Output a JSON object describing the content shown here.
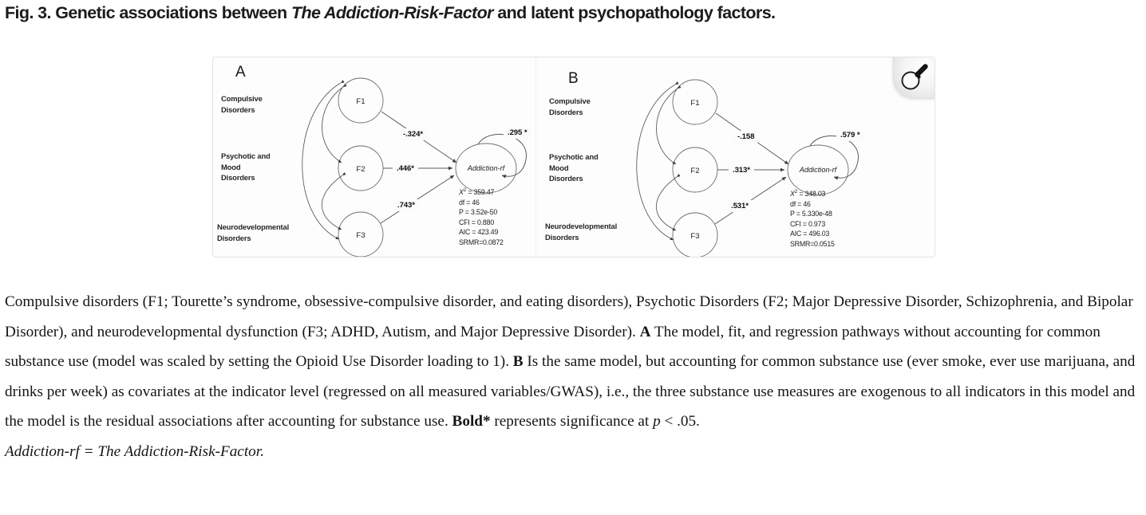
{
  "figure": {
    "title_prefix": "Fig. 3. Genetic associations between ",
    "title_italic": "The Addiction-Risk-Factor",
    "title_suffix": " and latent psychopathology factors."
  },
  "badge": {
    "icon": "magnifier-icon"
  },
  "panel_a": {
    "letter": "A",
    "labels": {
      "f1_label_line1": "Compulsive",
      "f1_label_line2": "Disorders",
      "f2_label_line1": "Psychotic and",
      "f2_label_line2": "Mood",
      "f2_label_line3": "Disorders",
      "f3_label_line1": "Neurodevelopmental",
      "f3_label_line2": "Disorders"
    },
    "nodes": {
      "f1": "F1",
      "f2": "F2",
      "f3": "F3",
      "outcome": "Addiction-rf"
    },
    "coefficients": {
      "f1_to_outcome": "-.324*",
      "f2_to_outcome": ".446*",
      "f3_to_outcome": ".743*",
      "outcome_variance": ".295 *"
    },
    "stats": {
      "chisq_label": "X",
      "chisq_sup": "2",
      "chisq_value": " = 359.47",
      "df": "df = 46",
      "p": "P = 3.52e-50",
      "cfi": "CFI = 0.880",
      "aic": "AIC = 423.49",
      "srmr": "SRMR=0.0872"
    }
  },
  "panel_b": {
    "letter": "B",
    "labels": {
      "f1_label_line1": "Compulsive",
      "f1_label_line2": "Disorders",
      "f2_label_line1": "Psychotic and",
      "f2_label_line2": "Mood",
      "f2_label_line3": "Disorders",
      "f3_label_line1": "Neurodevelopmental",
      "f3_label_line2": "Disorders"
    },
    "nodes": {
      "f1": "F1",
      "f2": "F2",
      "f3": "F3",
      "outcome": "Addiction-rf"
    },
    "coefficients": {
      "f1_to_outcome": "-.158",
      "f2_to_outcome": ".313*",
      "f3_to_outcome": ".531*",
      "outcome_variance": ".579 *"
    },
    "stats": {
      "chisq_label": "X",
      "chisq_sup": "2",
      "chisq_value": " = 348.03",
      "df": "df = 46",
      "p": "P = 5.330e-48",
      "cfi": "CFI = 0.973",
      "aic": "AIC = 496.03",
      "srmr": "SRMR=0.0515"
    }
  },
  "caption": {
    "s1": "Compulsive disorders (F1; Tourette’s syndrome, obsessive-compulsive disorder, and eating disorders), Psychotic Disorders (F2; Major Depressive Disorder, Schizophrenia, and Bipolar Disorder), and neurodevelopmental dysfunction (F3; ADHD, Autism, and Major Depressive Disorder). ",
    "bold_a": "A",
    "s2": " The model, fit, and regression pathways without accounting for common substance use (model was scaled by setting the Opioid Use Disorder loading to 1). ",
    "bold_b": "B",
    "s3": " Is the same model, but accounting for common substance use (ever smoke, ever use marijuana, and drinks per week) as covariates at the indicator level (regressed on all measured variables/GWAS), i.e., the three substance use measures are exogenous to all indicators in this model and the model is the residual associations after accounting for substance use. ",
    "bold_sig": "Bold*",
    "s4": " represents significance at ",
    "italic_p": "p",
    "s5": " < .05. ",
    "italic_last": "Addiction-rf = The Addiction-Risk-Factor."
  },
  "chart_data": {
    "type": "diagram",
    "title": "Genetic associations between The Addiction-Risk-Factor and latent psychopathology factors",
    "panels": [
      {
        "id": "A",
        "description": "Model without accounting for common substance use",
        "latent_factors": [
          {
            "id": "F1",
            "name": "Compulsive Disorders"
          },
          {
            "id": "F2",
            "name": "Psychotic and Mood Disorders"
          },
          {
            "id": "F3",
            "name": "Neurodevelopmental Disorders"
          }
        ],
        "outcome": "Addiction-rf",
        "paths": [
          {
            "from": "F1",
            "to": "Addiction-rf",
            "estimate": -0.324,
            "significant": true,
            "label": "-.324*"
          },
          {
            "from": "F2",
            "to": "Addiction-rf",
            "estimate": 0.446,
            "significant": true,
            "label": ".446*"
          },
          {
            "from": "F3",
            "to": "Addiction-rf",
            "estimate": 0.743,
            "significant": true,
            "label": ".743*"
          },
          {
            "from": "Addiction-rf",
            "to": "Addiction-rf",
            "estimate": 0.295,
            "significant": true,
            "label": ".295 *"
          }
        ],
        "correlations": [
          {
            "between": [
              "F1",
              "F2"
            ],
            "type": "double-headed"
          },
          {
            "between": [
              "F2",
              "F3"
            ],
            "type": "double-headed"
          },
          {
            "between": [
              "F1",
              "F3"
            ],
            "type": "double-headed"
          }
        ],
        "fit_indices": {
          "chi_square": 359.47,
          "df": 46,
          "p": "3.52e-50",
          "CFI": 0.88,
          "AIC": 423.49,
          "SRMR": 0.0872
        }
      },
      {
        "id": "B",
        "description": "Model accounting for common substance use as covariates at the indicator level",
        "latent_factors": [
          {
            "id": "F1",
            "name": "Compulsive Disorders"
          },
          {
            "id": "F2",
            "name": "Psychotic and Mood Disorders"
          },
          {
            "id": "F3",
            "name": "Neurodevelopmental Disorders"
          }
        ],
        "outcome": "Addiction-rf",
        "paths": [
          {
            "from": "F1",
            "to": "Addiction-rf",
            "estimate": -0.158,
            "significant": false,
            "label": "-.158"
          },
          {
            "from": "F2",
            "to": "Addiction-rf",
            "estimate": 0.313,
            "significant": true,
            "label": ".313*"
          },
          {
            "from": "F3",
            "to": "Addiction-rf",
            "estimate": 0.531,
            "significant": true,
            "label": ".531*"
          },
          {
            "from": "Addiction-rf",
            "to": "Addiction-rf",
            "estimate": 0.579,
            "significant": true,
            "label": ".579 *"
          }
        ],
        "correlations": [
          {
            "between": [
              "F1",
              "F2"
            ],
            "type": "double-headed"
          },
          {
            "between": [
              "F2",
              "F3"
            ],
            "type": "double-headed"
          },
          {
            "between": [
              "F1",
              "F3"
            ],
            "type": "double-headed"
          }
        ],
        "fit_indices": {
          "chi_square": 348.03,
          "df": 46,
          "p": "5.330e-48",
          "CFI": 0.973,
          "AIC": 496.03,
          "SRMR": 0.0515
        }
      }
    ]
  }
}
